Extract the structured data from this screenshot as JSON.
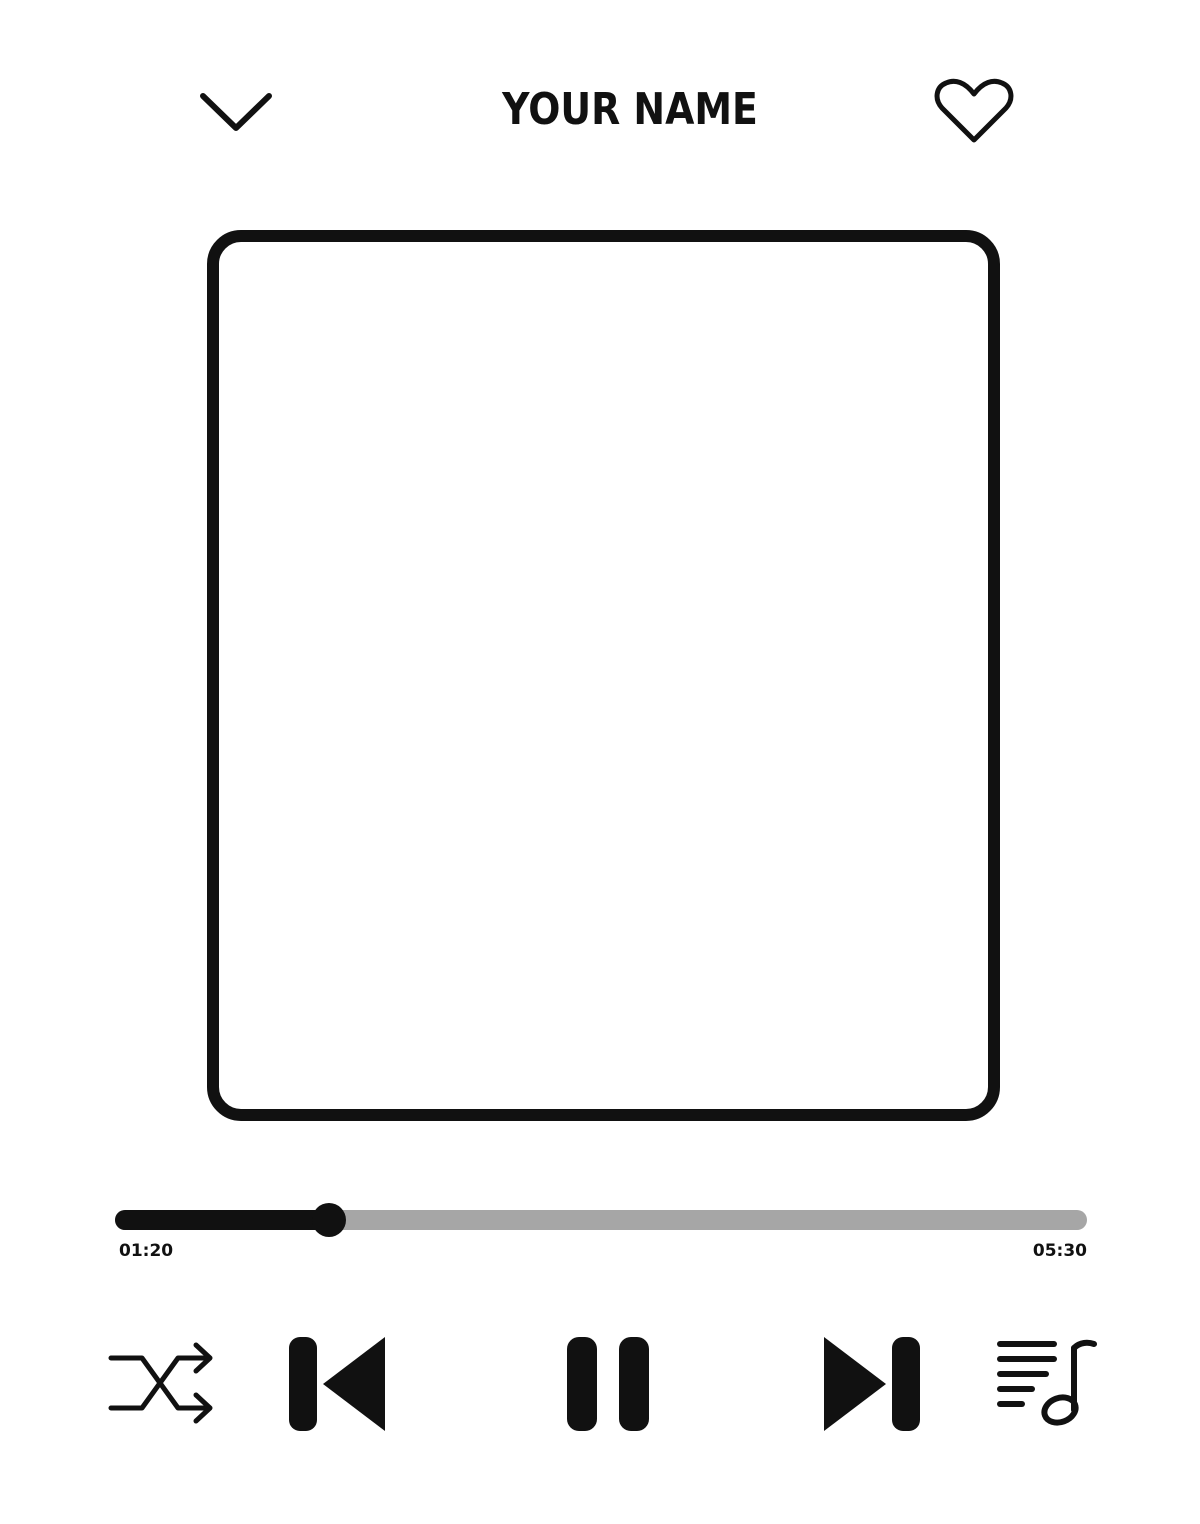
{
  "header": {
    "title": "YOUR NAME",
    "left_icon": "chevron-down-icon",
    "right_icon": "heart-icon"
  },
  "artwork": {
    "placeholder": "empty-album-art-frame"
  },
  "progress": {
    "elapsed": "01:20",
    "total": "05:30",
    "fraction": 0.22
  },
  "controls": {
    "shuffle_icon": "shuffle-icon",
    "previous_icon": "skip-previous-icon",
    "play_state_icon": "pause-icon",
    "next_icon": "skip-next-icon",
    "queue_icon": "playlist-music-icon"
  },
  "colors": {
    "foreground": "#111111",
    "track_background": "#a6a6a6",
    "background": "#ffffff"
  }
}
